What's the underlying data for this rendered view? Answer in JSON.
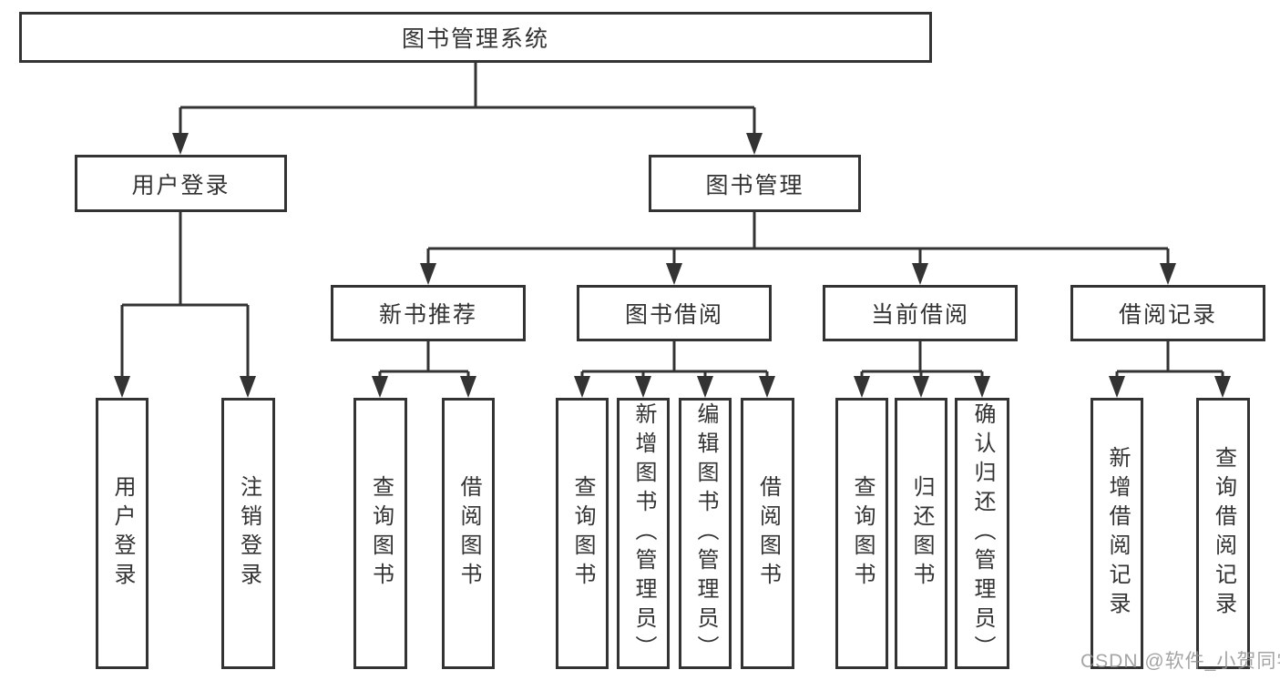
{
  "diagram": {
    "type": "tree",
    "title": "图书管理系统",
    "root": {
      "label": "图书管理系统",
      "children": [
        {
          "label": "用户登录",
          "children": [
            {
              "label": "用户登录"
            },
            {
              "label": "注销登录"
            }
          ]
        },
        {
          "label": "图书管理",
          "children": [
            {
              "label": "新书推荐",
              "children": [
                {
                  "label": "查询图书"
                },
                {
                  "label": "借阅图书"
                }
              ]
            },
            {
              "label": "图书借阅",
              "children": [
                {
                  "label": "查询图书"
                },
                {
                  "label": "新增图书（管理员）"
                },
                {
                  "label": "编辑图书（管理员）"
                },
                {
                  "label": "借阅图书"
                }
              ]
            },
            {
              "label": "当前借阅",
              "children": [
                {
                  "label": "查询图书"
                },
                {
                  "label": "归还图书"
                },
                {
                  "label": "确认归还（管理员）"
                }
              ]
            },
            {
              "label": "借阅记录",
              "children": [
                {
                  "label": "新增借阅记录"
                },
                {
                  "label": "查询借阅记录"
                }
              ]
            }
          ]
        }
      ]
    }
  },
  "watermark": {
    "text": "CSDN @软件_小贺同学"
  },
  "colors": {
    "background": "#ffffff",
    "line": "#333333",
    "box_border": "#333333",
    "text": "#333333",
    "watermark": "#949494"
  }
}
